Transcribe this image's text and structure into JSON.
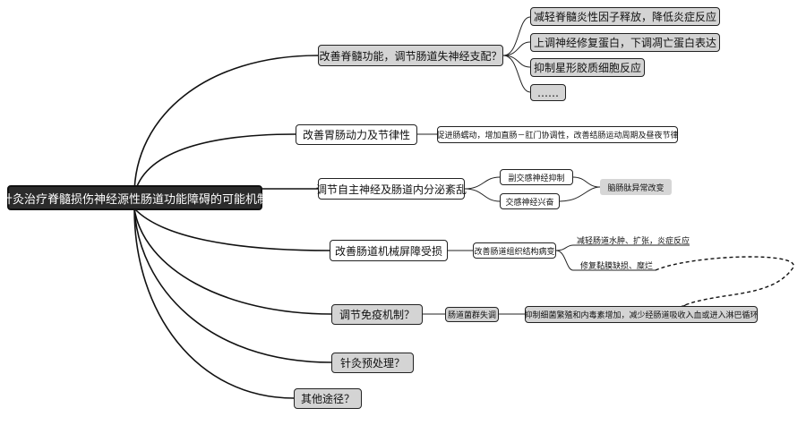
{
  "root": "针灸治疗脊髓损伤神经源性肠道功能障碍的可能机制",
  "branches": {
    "b1": "改善脊髓功能，调节肠道失神经支配？",
    "b1_children": [
      "减轻脊髓炎性因子释放，降低炎症反应",
      "上调神经修复蛋白，下调凋亡蛋白表达",
      "抑制星形胶质细胞反应",
      "……"
    ],
    "b2": "改善胃肠动力及节律性",
    "b2_child": "促进肠蠕动，增加直肠－肛门协调性，改善结肠运动周期及昼夜节律",
    "b3": "调节自主神经及肠道内分泌紊乱",
    "b3_children": [
      "副交感神经抑制",
      "交感神经兴奋"
    ],
    "b3_result": "脑肠肽异常改变",
    "b4": "改善肠道机械屏障受损",
    "b4_mid": "改善肠道组织结构病变",
    "b4_children": [
      "减轻肠道水肿、扩张，炎症反应",
      "修复黏膜缺损、糜烂"
    ],
    "b5": "调节免疫机制？",
    "b5_mid": "肠道菌群失调",
    "b5_child": "抑制细菌繁殖和内毒素增加，减少经肠道吸收入血或进入淋巴循环",
    "b6": "针灸预处理？",
    "b7": "其他途径？"
  }
}
